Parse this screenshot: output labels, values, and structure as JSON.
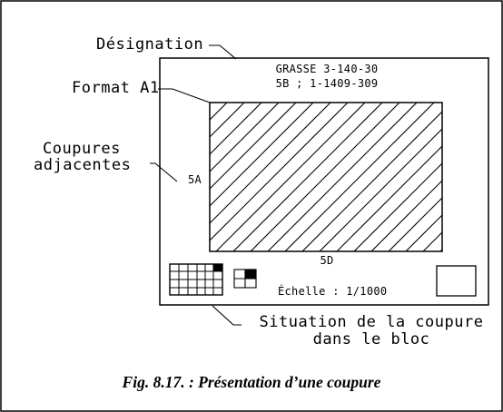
{
  "callouts": {
    "designation": "Désignation",
    "format": "Format A1",
    "coupures_line1": "Coupures",
    "coupures_line2": "adjacentes",
    "situation_line1": "Situation de la coupure",
    "situation_line2": "dans le bloc"
  },
  "sheet": {
    "title_line1": "GRASSE 3-140-30",
    "title_line2": "5B ; 1-1409-309",
    "left_neighbor": "5A",
    "bottom_neighbor": "5D",
    "scale": "Échelle : 1/1000"
  },
  "caption": "Fig. 8.17. : Présentation d’une coupure"
}
